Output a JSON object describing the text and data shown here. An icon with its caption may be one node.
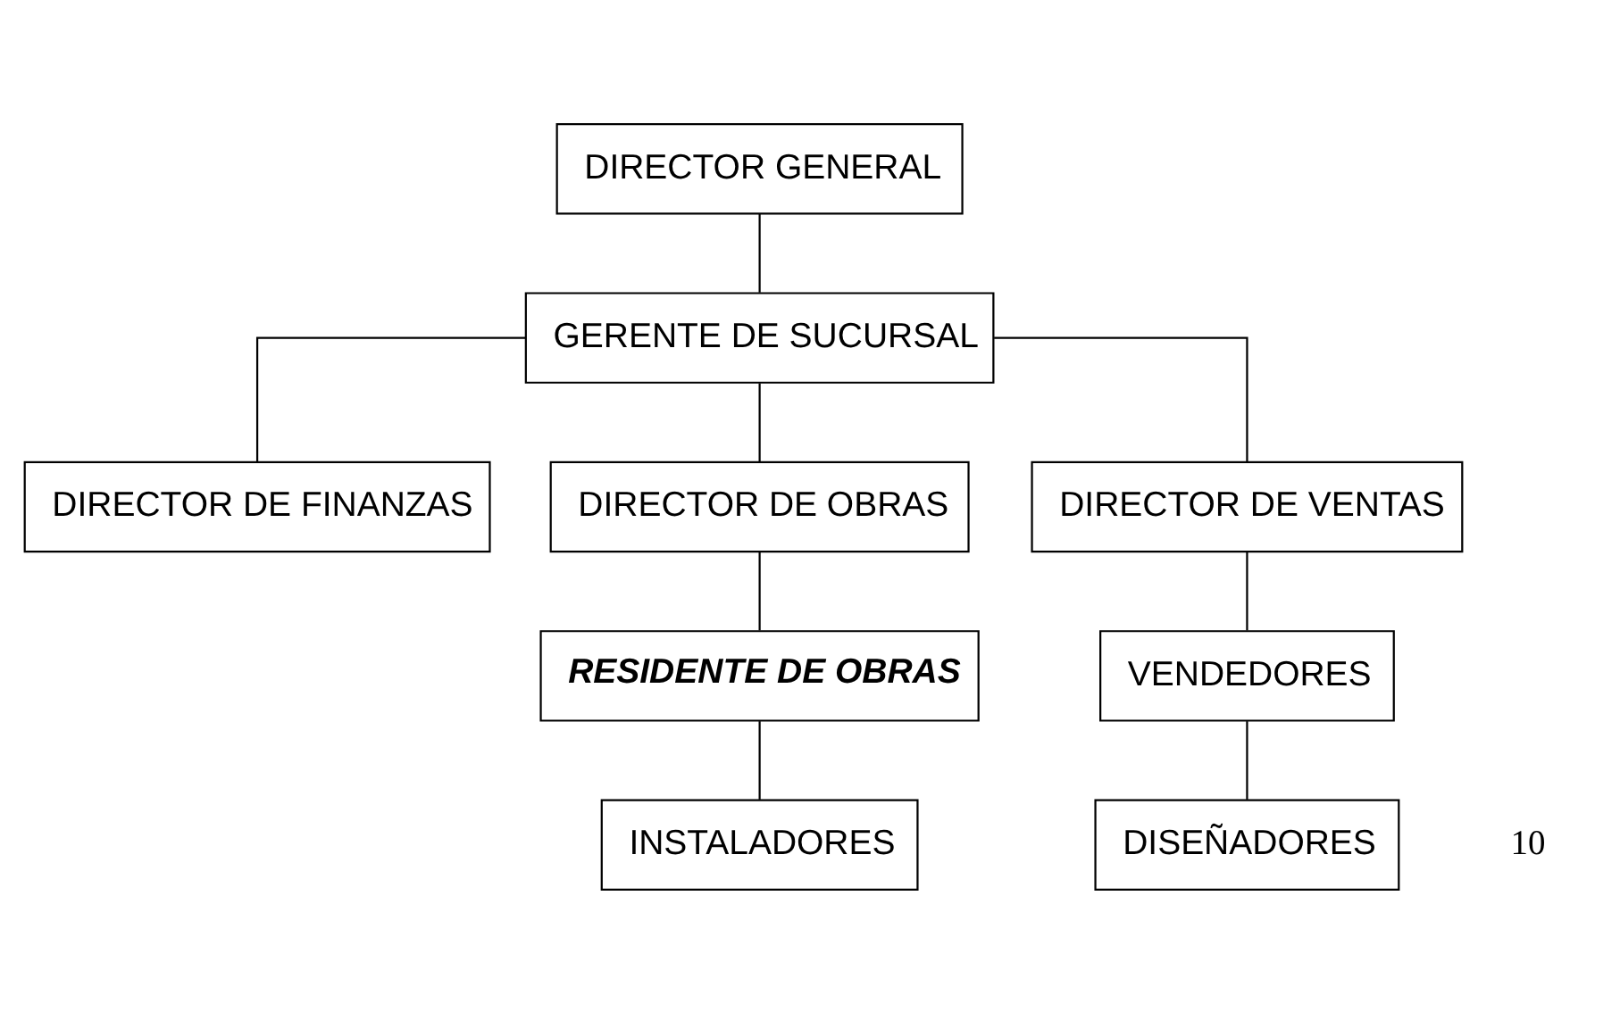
{
  "diagram": {
    "nodes": [
      {
        "text": [
          "DIRECTOR GENERAL"
        ]
      },
      {
        "text": [
          "GERENTE DE SUCURSAL"
        ]
      },
      {
        "text": [
          "DIRECTOR DE FINANZAS"
        ]
      },
      {
        "text": [
          "DIRECTOR DE OBRAS"
        ]
      },
      {
        "text": [
          "DIRECTOR DE VENTAS"
        ]
      },
      {
        "text": [
          "RESIDENTE DE OBRAS"
        ]
      },
      {
        "text": [
          "VENDEDORES"
        ]
      },
      {
        "text": [
          "INSTALADORES"
        ]
      },
      {
        "text": [
          "DISEÑADORES"
        ]
      }
    ],
    "edges": [
      {
        "from": 0,
        "to": 1,
        "arrow": "none"
      },
      {
        "from": 1,
        "to": 2,
        "arrow": "none"
      },
      {
        "from": 1,
        "to": 3,
        "arrow": "none"
      },
      {
        "from": 1,
        "to": 4,
        "arrow": "none"
      },
      {
        "from": 3,
        "to": 5,
        "arrow": "none"
      },
      {
        "from": 4,
        "to": 6,
        "arrow": "none"
      },
      {
        "from": 5,
        "to": 7,
        "arrow": "none"
      },
      {
        "from": 6,
        "to": 8,
        "arrow": "none"
      }
    ],
    "labels": [
      "10"
    ]
  }
}
